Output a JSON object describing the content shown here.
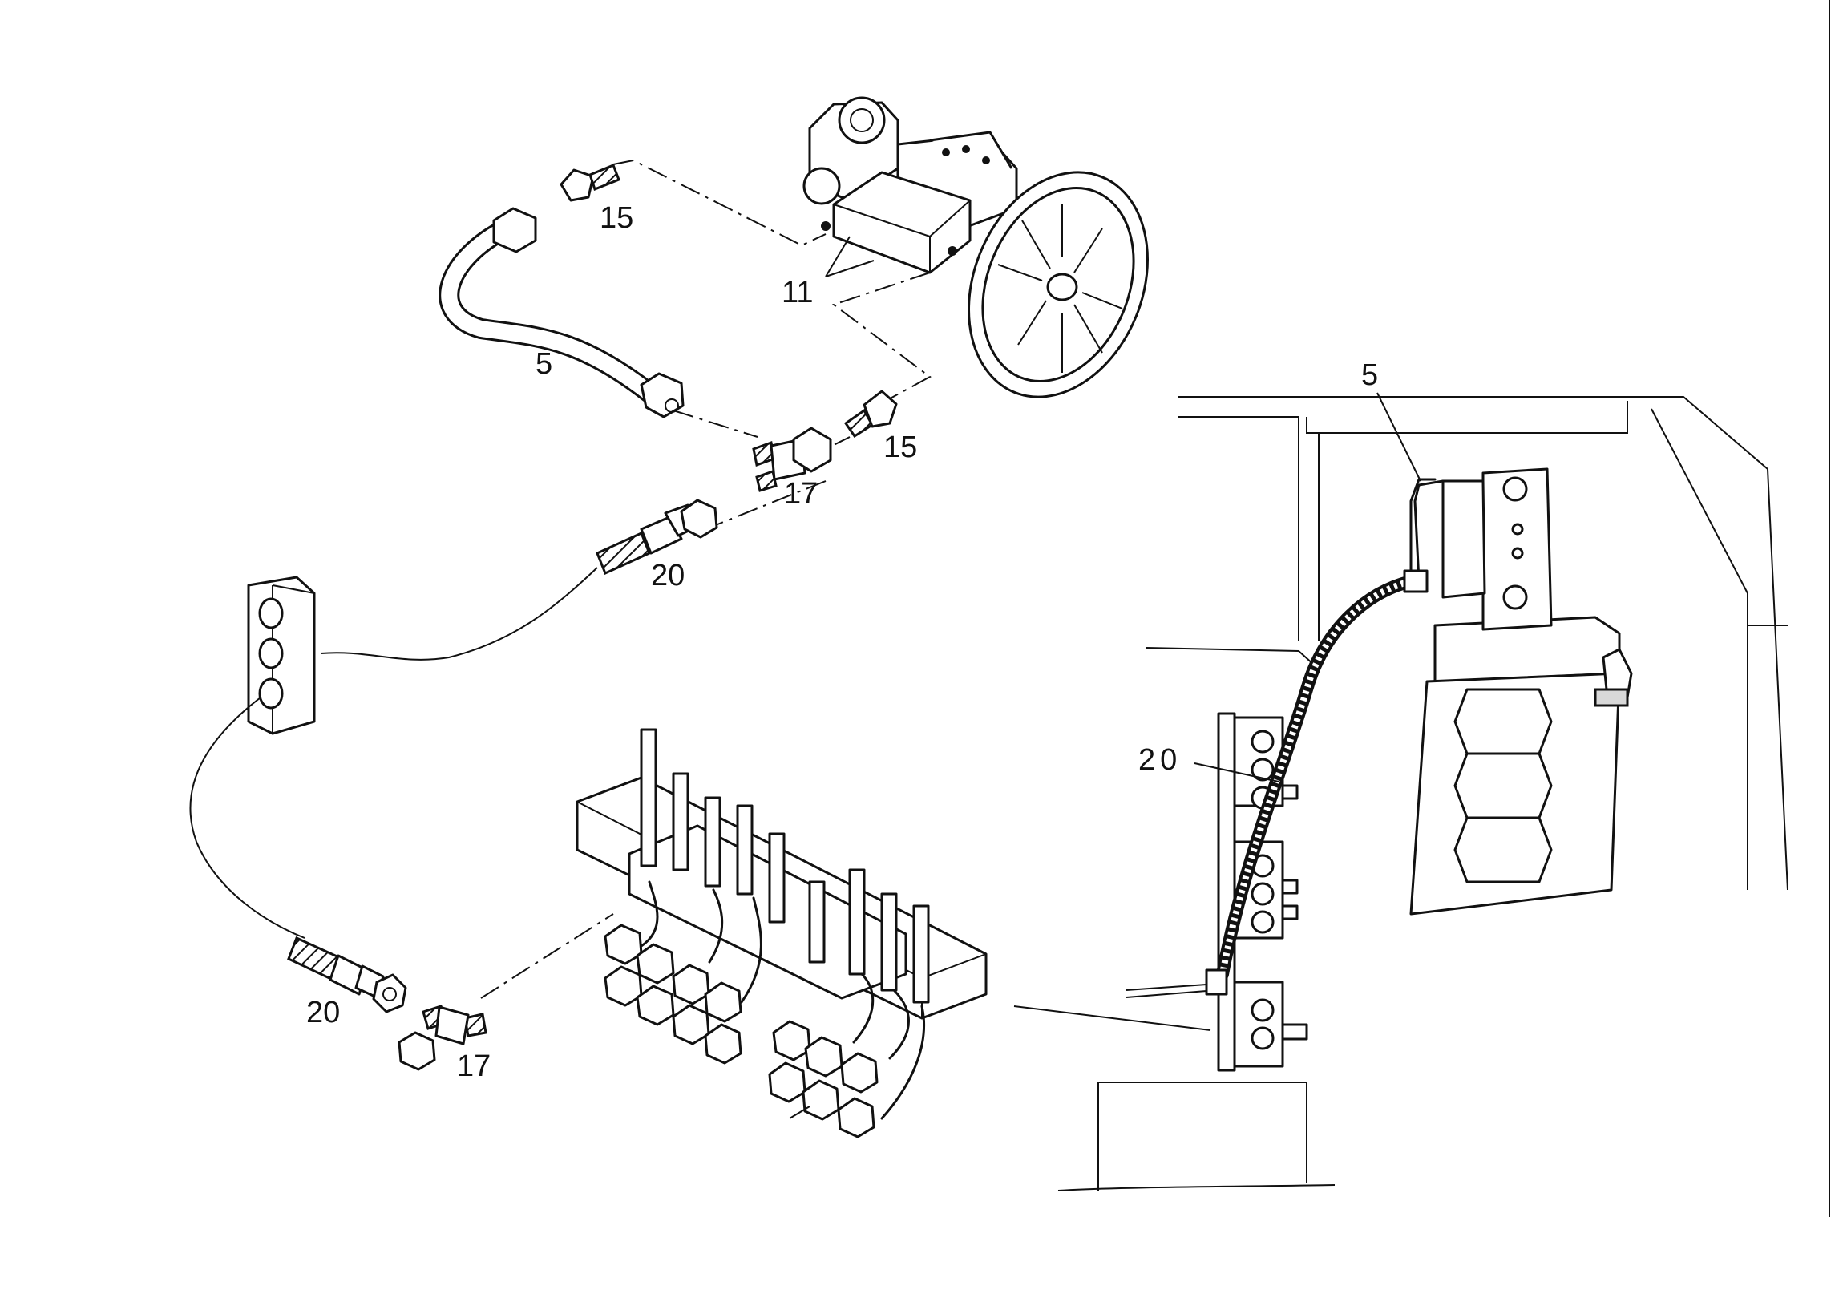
{
  "callouts": {
    "c15_top": "15",
    "c11": "11",
    "c5_pipe": "5",
    "c15_mid": "15",
    "c17_mid": "17",
    "c20_mid": "20",
    "c20_low": "20",
    "c17_low": "17",
    "c5_right": "5",
    "c20_right": "20"
  }
}
